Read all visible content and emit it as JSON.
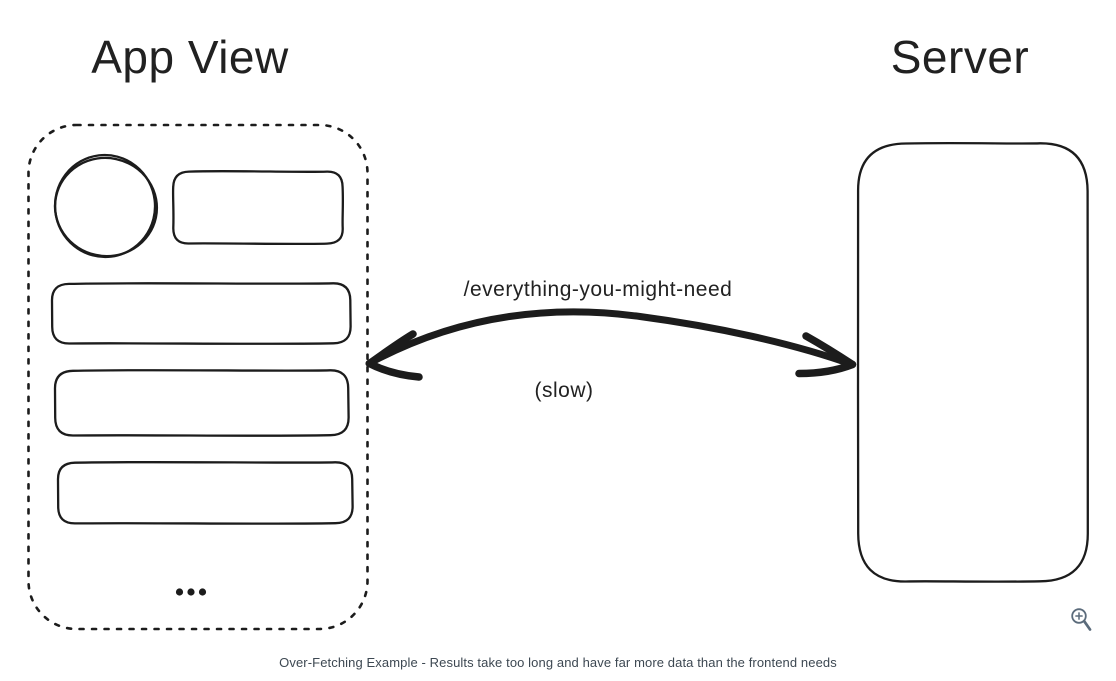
{
  "titles": {
    "app_view": "App View",
    "server": "Server"
  },
  "arrow": {
    "label": "/everything-you-might-need",
    "sublabel": "(slow)"
  },
  "caption": "Over-Fetching Example - Results take too long and have far more data than the frontend needs",
  "icons": {
    "zoom_in": "magnifier-with-plus"
  },
  "colors": {
    "ink": "#1c1c1c",
    "caption_text": "#3d4852",
    "zoom_icon": "#5b6b7b"
  }
}
